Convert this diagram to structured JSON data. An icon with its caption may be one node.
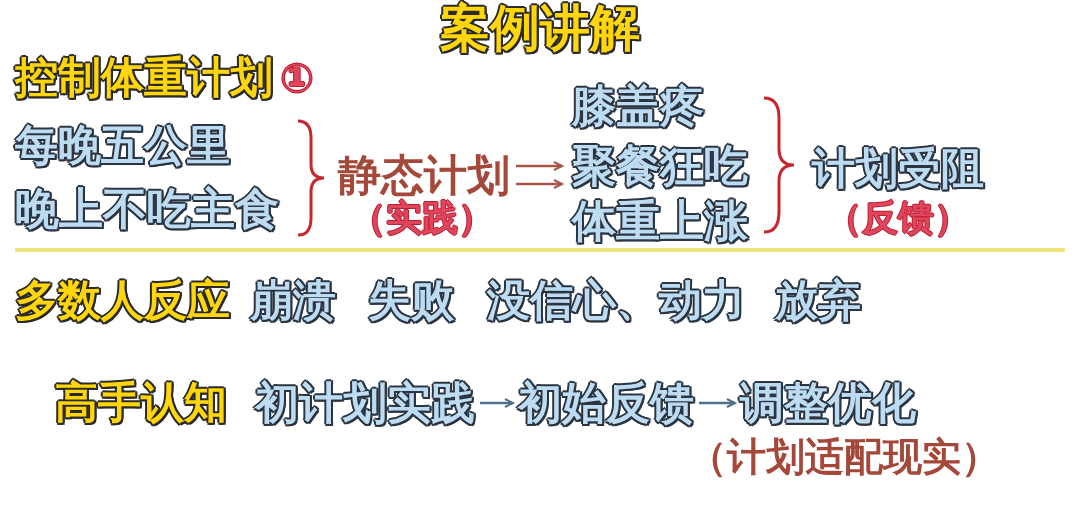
{
  "diagram": {
    "title": "案例讲解",
    "nodes": [
      {
        "text": [
          "静态计划"
        ],
        "beside": [
          "（实践）"
        ]
      },
      {
        "text": [
          "聚餐狂吃"
        ]
      },
      {
        "text": [
          "初计划实践"
        ]
      },
      {
        "text": [
          "初始反馈"
        ]
      },
      {
        "text": [
          "调整优化"
        ],
        "beside": [
          "（计划适配现实）"
        ]
      }
    ],
    "edges": [
      {
        "from": 0,
        "to": 1,
        "arrow": "to",
        "color": "#a65546"
      },
      {
        "from": 0,
        "to": 1,
        "arrow": "to",
        "color": "#a65546"
      },
      {
        "from": 2,
        "to": 3,
        "arrow": "to"
      },
      {
        "from": 3,
        "to": 4,
        "arrow": "to"
      }
    ],
    "labels": [
      "控制体重计划",
      "①",
      "每晚五公里",
      "晚上不吃主食",
      "膝盖疼",
      "体重上涨",
      "计划受阻",
      "（反馈）",
      "多数人反应",
      "崩溃",
      "失败",
      "没信心、动力",
      "放弃",
      "高手认知"
    ]
  }
}
